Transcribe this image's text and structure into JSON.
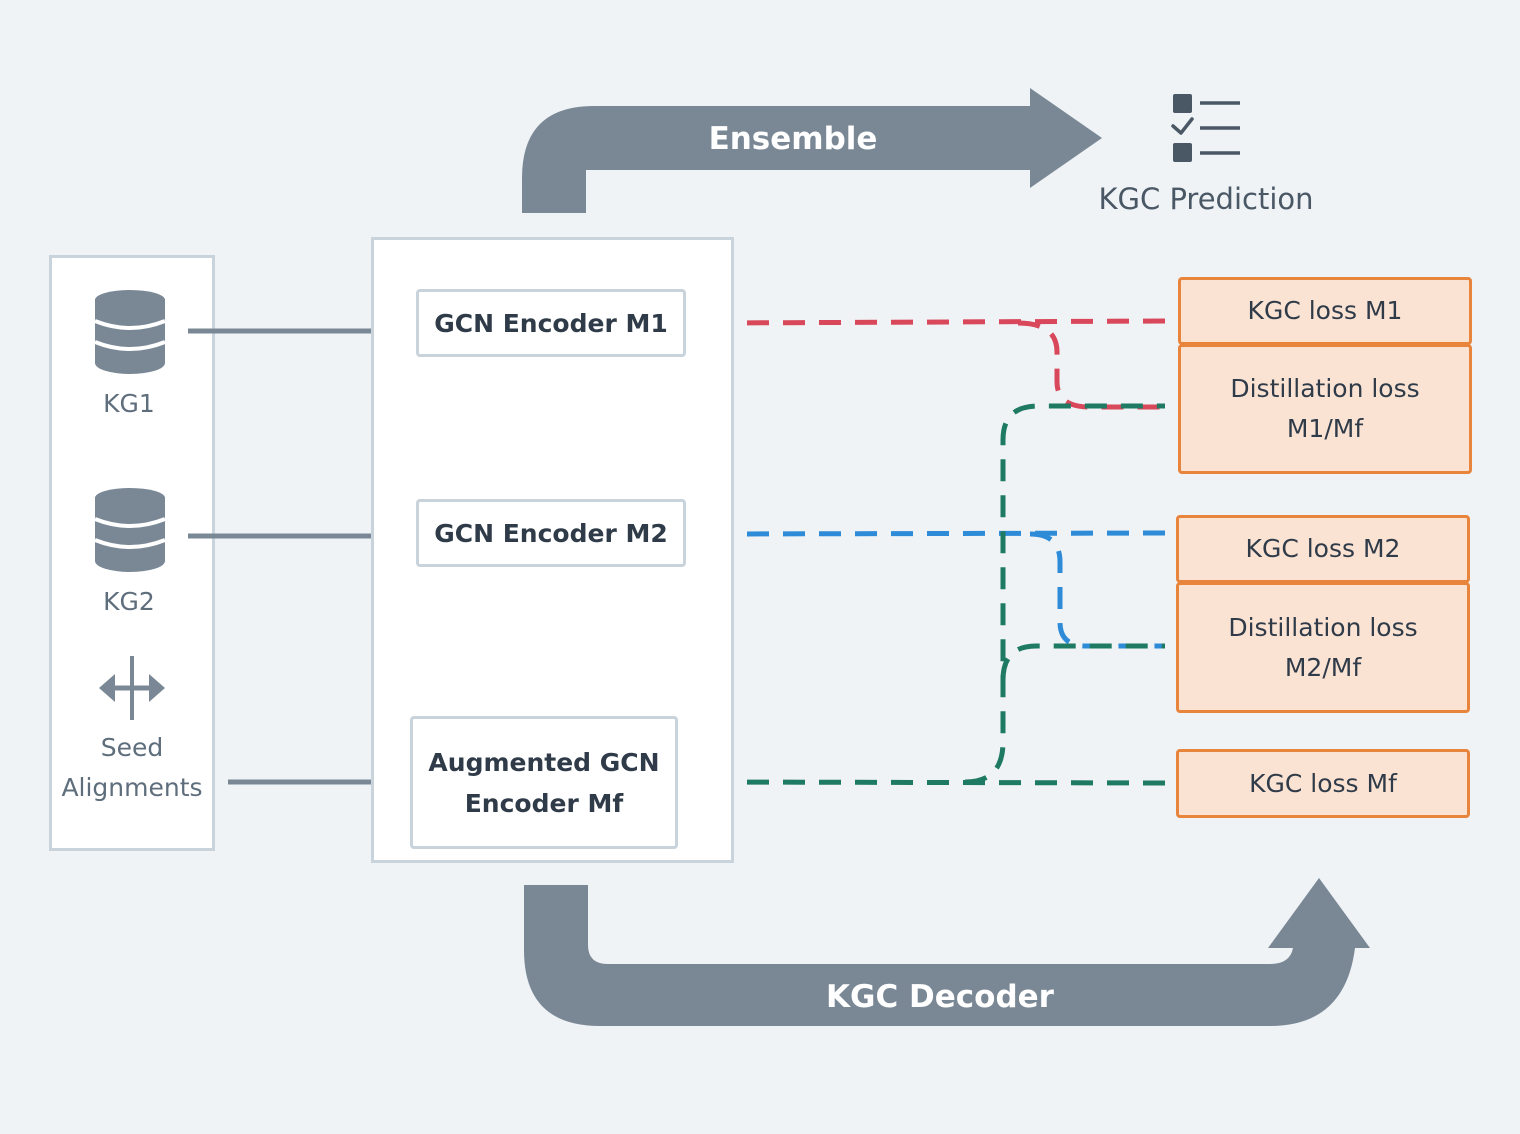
{
  "colors": {
    "background": "#eff3f6",
    "arrow_gray": "#7a8896",
    "icon_dark": "#4a5866",
    "box_border": "#c9d3dc",
    "loss_fill": "#fbe3d4",
    "loss_border": "#e8843b",
    "red": "#d9475a",
    "blue": "#2e8bd8",
    "green": "#1f7a63"
  },
  "inputs": {
    "kg1_label": "KG1",
    "kg2_label": "KG2",
    "seed_label_line1": "Seed",
    "seed_label_line2": "Alignments",
    "kg1_icon": "database-icon",
    "kg2_icon": "database-icon",
    "seed_icon": "alignment-arrows-icon"
  },
  "encoders": {
    "m1": "GCN Encoder M1",
    "m2": "GCN Encoder M2",
    "mf_line1": "Augmented GCN",
    "mf_line2": "Encoder Mf"
  },
  "losses": {
    "kgc_m1": "KGC loss M1",
    "distill_m1_line1": "Distillation loss",
    "distill_m1_line2": "M1/Mf",
    "kgc_m2": "KGC loss M2",
    "distill_m2_line1": "Distillation loss",
    "distill_m2_line2": "M2/Mf",
    "kgc_mf": "KGC loss Mf"
  },
  "flow": {
    "ensemble": "Ensemble",
    "decoder": "KGC Decoder",
    "prediction": "KGC Prediction",
    "prediction_icon": "checklist-icon"
  }
}
